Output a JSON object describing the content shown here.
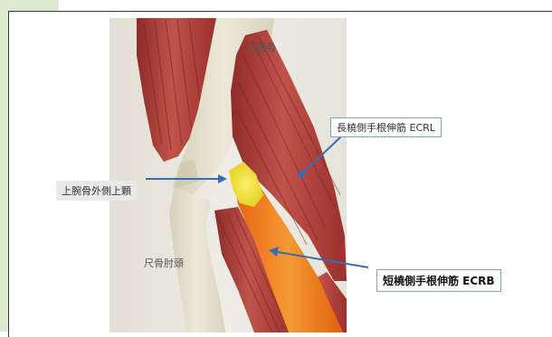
{
  "labels": {
    "humerus": "上腕骨",
    "lateral_epicondyle": "上腕骨外側上顆",
    "ecrl": "長橈側手根伸筋 ECRL",
    "ulna_olecranon": "尺骨肘頭",
    "ecrb": "短橈側手根伸筋 ECRB"
  },
  "colors": {
    "page_background": "#ffffff",
    "side_strip": "#dcebd0",
    "arrow": "#3a6bb5",
    "muscle_red": "#b23f3a",
    "bone": "#e8e3cf",
    "ecrb_orange": "#f07a1e",
    "epicondyle_yellow": "#eee13b"
  },
  "icons": [
    "epicondyle-arrow",
    "ecrl-arrow",
    "ecrb-arrow"
  ]
}
